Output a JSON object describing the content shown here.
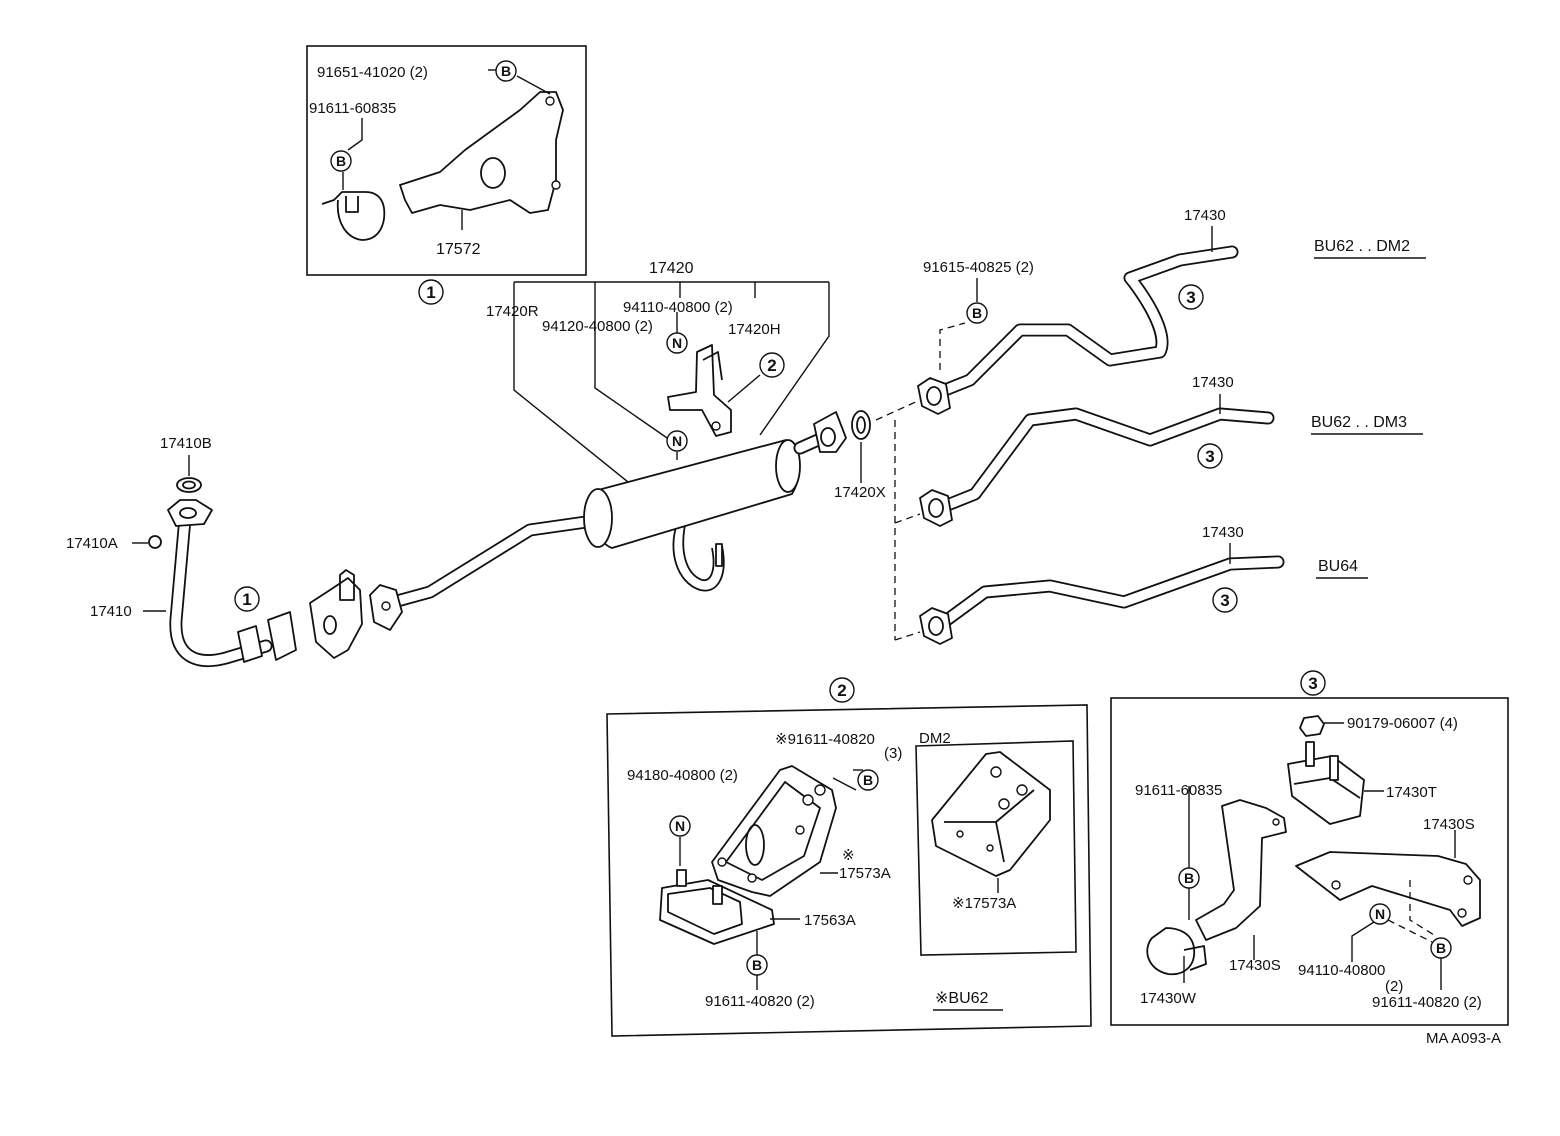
{
  "labels": {
    "p91651_41020": "91651-41020 (2)",
    "p91611_60835_a": "91611-60835",
    "p17572": "17572",
    "p17420": "17420",
    "p17420R": "17420R",
    "p94110_40800_a": "94110-40800 (2)",
    "p94120_40800": "94120-40800 (2)",
    "p17420H": "17420H",
    "p17410B": "17410B",
    "p17410A": "17410A",
    "p17410": "17410",
    "p17420X": "17420X",
    "p91615_40825": "91615-40825 (2)",
    "p17430_1": "17430",
    "p17430_2": "17430",
    "p17430_3": "17430",
    "p91611_40820_a": "※91611-40820",
    "p91611_40820_a_qty": "(3)",
    "p94180_40800": "94180-40800 (2)",
    "p17573A_a": "17573A",
    "p17573A_a_mark": "※",
    "p17563A": "17563A",
    "p91611_40820_b": "91611-40820 (2)",
    "dm2_title": "DM2",
    "p17573A_b": "※17573A",
    "bu62_note": "※BU62",
    "p90179_06007": "90179-06007 (4)",
    "p17430T": "17430T",
    "p91611_60835_b": "91611-60835",
    "p17430S_a": "17430S",
    "p17430S_b": "17430S",
    "p94110_40800_b": "94110-40800",
    "p94110_40800_b_qty": "(2)",
    "p91611_40820_c": "91611-40820 (2)",
    "p17430W": "17430W",
    "figure_code": "MA A093-A"
  },
  "variants": {
    "v1": "BU62 . . DM2",
    "v2": "BU62 . . DM3",
    "v3": "BU64"
  },
  "callouts": {
    "one": "1",
    "two": "2",
    "three": "3",
    "mark_b": "B",
    "mark_n": "N"
  }
}
